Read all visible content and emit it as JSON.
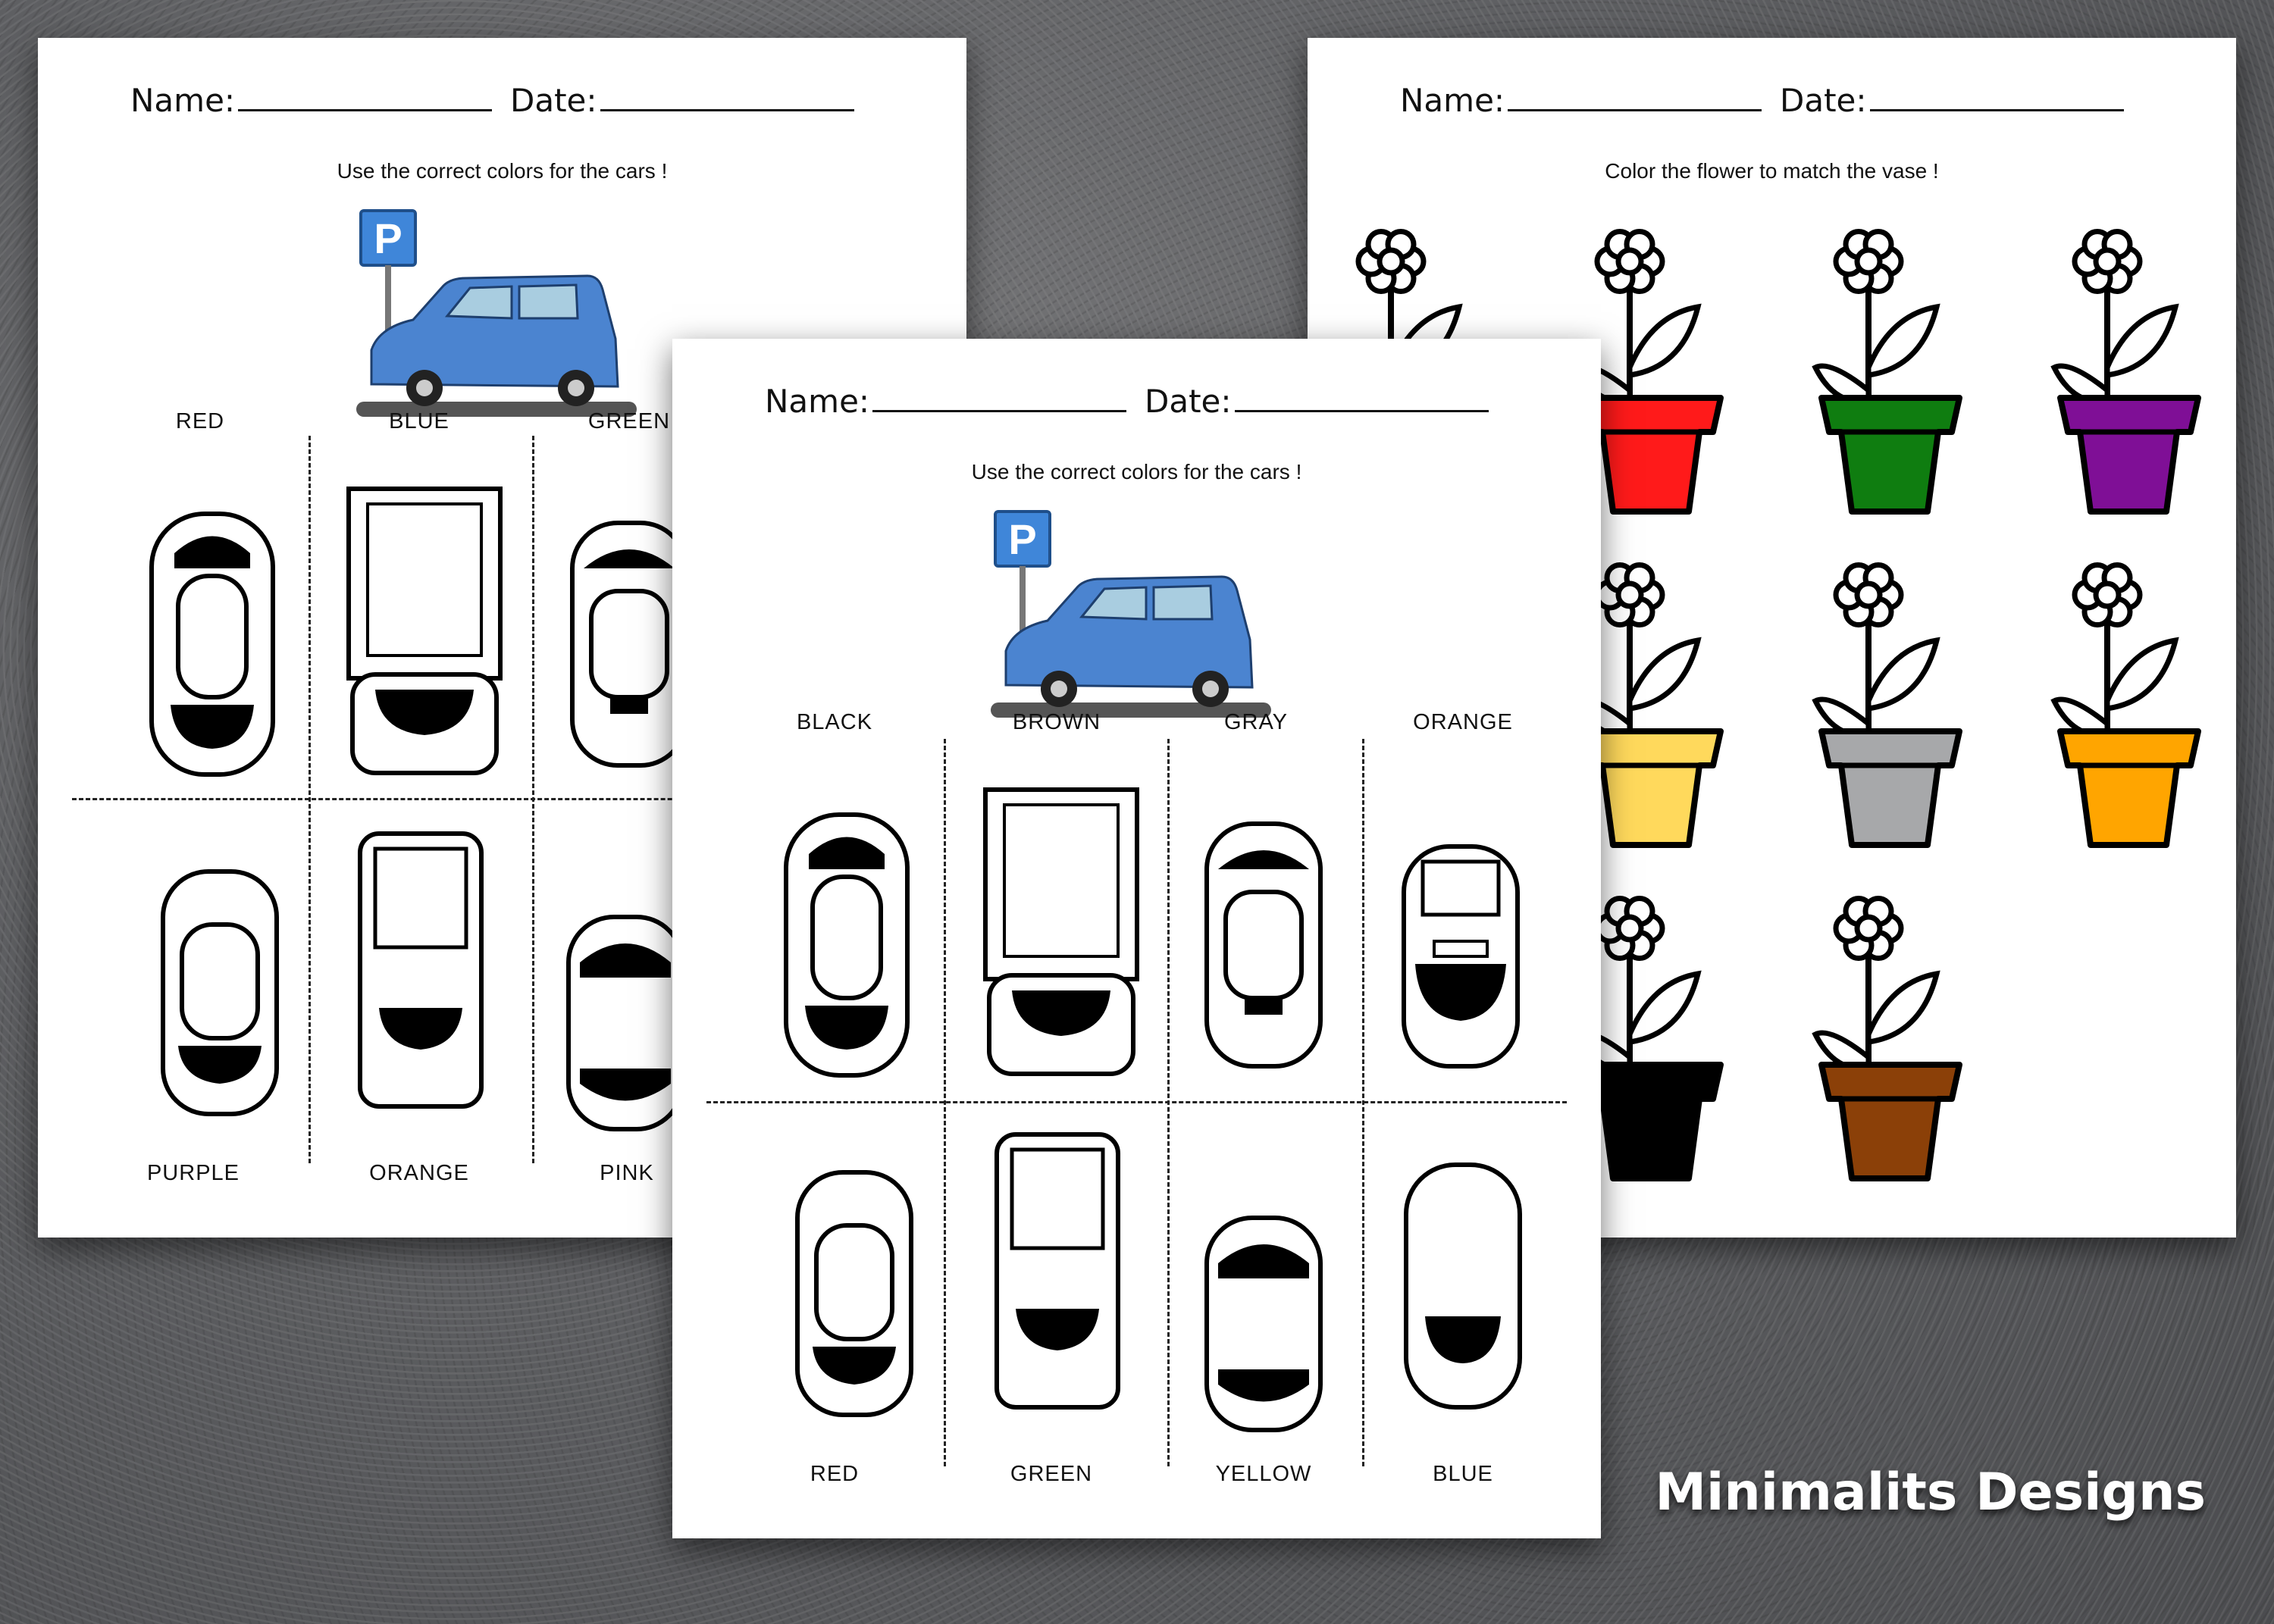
{
  "brand": "Minimalits Designs",
  "colors": {
    "background": "#5f6063",
    "parking_sign": "#3f86d9",
    "car_body": "#4b84d0"
  },
  "worksheet_cars_back": {
    "name_label": "Name:",
    "date_label": "Date:",
    "instruction": "Use the correct colors for the cars !",
    "sign_letter": "P",
    "top_labels": [
      "RED",
      "BLUE",
      "GREEN"
    ],
    "bottom_labels": [
      "PURPLE",
      "ORANGE",
      "PINK"
    ]
  },
  "worksheet_cars_front": {
    "name_label": "Name:",
    "date_label": "Date:",
    "instruction": "Use the correct colors for the cars !",
    "sign_letter": "P",
    "top_labels": [
      "BLACK",
      "BROWN",
      "GRAY",
      "ORANGE"
    ],
    "bottom_labels": [
      "RED",
      "GREEN",
      "YELLOW",
      "BLUE"
    ]
  },
  "worksheet_flowers": {
    "name_label": "Name:",
    "date_label": "Date:",
    "instruction": "Color the flower to match the vase !",
    "vase_colors": [
      [
        "#ffffff",
        "#ff1a1a",
        "#0f7d10",
        "#7f0f96"
      ],
      [
        "#ffffff",
        "#ffd95c",
        "#a7a8aa",
        "#ffa500"
      ],
      [
        "#ffffff",
        "#000000",
        "#8b4008"
      ]
    ]
  }
}
